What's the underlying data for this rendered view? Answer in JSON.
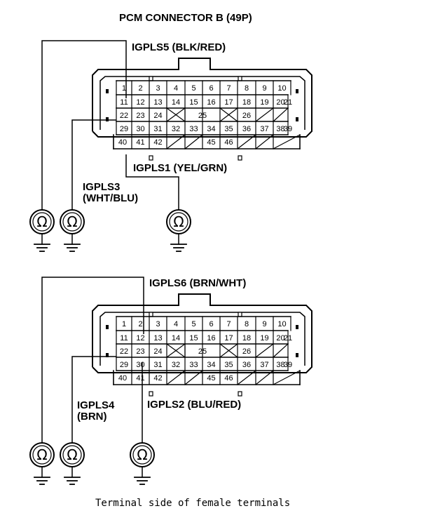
{
  "title": "PCM CONNECTOR B (49P)",
  "connector_pins": {
    "row1": [
      "1",
      "2",
      "3",
      "4",
      "5",
      "6",
      "7",
      "8",
      "9",
      "10"
    ],
    "row2": [
      "11",
      "12",
      "13",
      "14",
      "15",
      "16",
      "17",
      "18",
      "19",
      "20",
      "21"
    ],
    "row3": [
      "22",
      "23",
      "24",
      "25",
      "26"
    ],
    "row4": [
      "29",
      "30",
      "31",
      "32",
      "33",
      "34",
      "35",
      "36",
      "37",
      "38",
      "39"
    ],
    "row5": [
      "40",
      "41",
      "42",
      "45",
      "46"
    ]
  },
  "top": {
    "label_a": "IGPLS5 (BLK/RED)",
    "label_b": "IGPLS1 (YEL/GRN)",
    "label_c1": "IGPLS3",
    "label_c2": "(WHT/BLU)"
  },
  "bottom": {
    "label_a": "IGPLS6 (BRN/WHT)",
    "label_b": "IGPLS2 (BLU/RED)",
    "label_c1": "IGPLS4",
    "label_c2": "(BRN)"
  },
  "ohm_symbol": "Ω",
  "caption": "Terminal side of female terminals",
  "icons": [
    "ohmmeter-icon",
    "ground-icon"
  ]
}
